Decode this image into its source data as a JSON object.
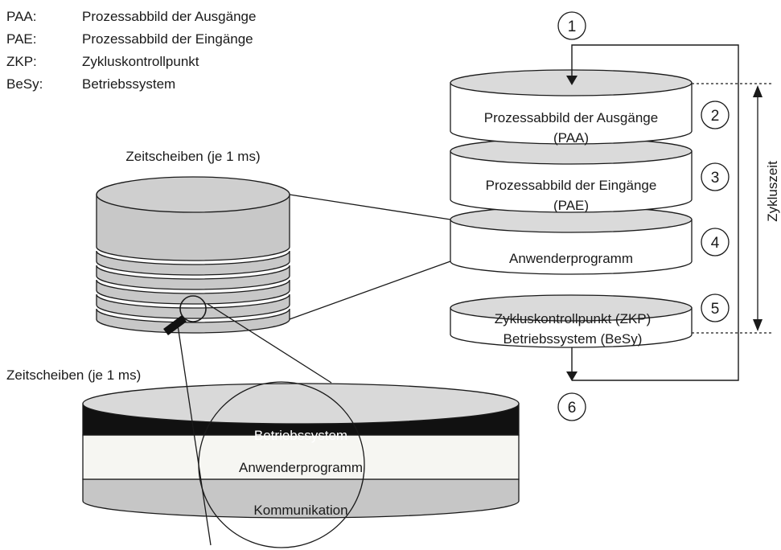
{
  "legend": [
    {
      "abbr": "PAA:",
      "text": "Prozessabbild der Ausgänge"
    },
    {
      "abbr": "PAE:",
      "text": "Prozessabbild der Eingänge"
    },
    {
      "abbr": "ZKP:",
      "text": "Zykluskontrollpunkt"
    },
    {
      "abbr": "BeSy:",
      "text": "Betriebssystem"
    }
  ],
  "time_slices_label_top": "Zeitscheiben (je 1 ms)",
  "time_slices_label_bottom": "Zeitscheiben (je 1 ms)",
  "cycle_stack": [
    {
      "number": "2",
      "line1": "Prozessabbild der Ausgänge",
      "line2": "(PAA)"
    },
    {
      "number": "3",
      "line1": "Prozessabbild der Eingänge",
      "line2": "(PAE)"
    },
    {
      "number": "4",
      "line1": "Anwenderprogramm",
      "line2": ""
    },
    {
      "number": "5",
      "line1": "Zykluskontrollpunkt (ZKP)",
      "line2": "Betriebssystem (BeSy)"
    }
  ],
  "start_number": "1",
  "end_number": "6",
  "cycle_time_label": "Zykluszeit",
  "slice_layers": [
    "Betriebssystem",
    "Anwenderprogramm",
    "Kommunikation"
  ],
  "colors": {
    "line": "#1a1a1a",
    "top_face": "#d9d9d9",
    "slice_fill": "#c8c8c8",
    "os_band": "#111111",
    "app_band": "#f6f6f2",
    "comm_band": "#c6c6c6"
  }
}
